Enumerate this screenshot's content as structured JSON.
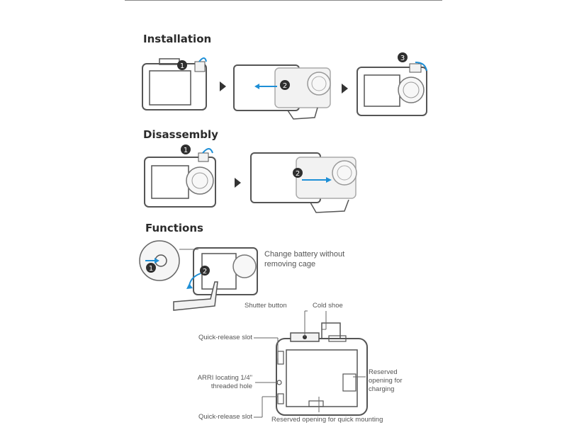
{
  "sections": {
    "installation": "Installation",
    "disassembly": "Disassembly",
    "functions": "Functions"
  },
  "steps": {
    "one": "1",
    "two": "2",
    "three": "3"
  },
  "functions": {
    "battery_note": "Change battery without removing cage"
  },
  "callouts": {
    "shutter_button": "Shutter button",
    "cold_shoe": "Cold shoe",
    "quick_release_top": "Quick-release slot",
    "arri_line1": "ARRI locating 1/4\"",
    "arri_line2": "threaded hole",
    "quick_release_bottom": "Quick-release slot",
    "reserved_charging_1": "Reserved",
    "reserved_charging_2": "opening for",
    "reserved_charging_3": "charging",
    "reserved_mounting": "Reserved opening for quick mounting"
  },
  "colors": {
    "line": "#555555",
    "fill_light": "#f2f2f2",
    "step_badge": "#2f2f2f",
    "arrow_accent": "#1e8fd6"
  }
}
